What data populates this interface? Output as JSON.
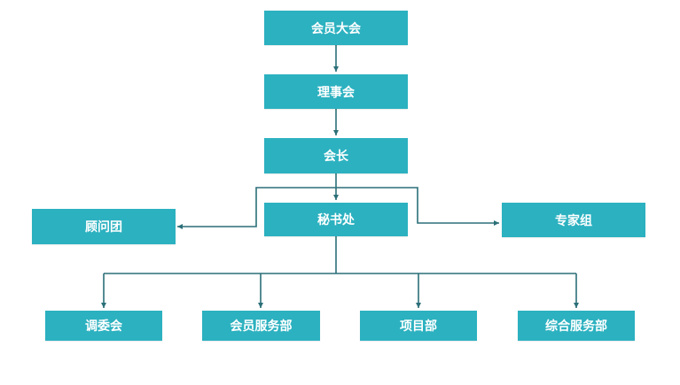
{
  "colors": {
    "node_fill": "#2cb1c0",
    "node_text": "#ffffff",
    "connector": "#2b6f78"
  },
  "nodes": {
    "general_assembly": "会员大会",
    "council": "理事会",
    "president": "会长",
    "secretariat": "秘书处",
    "advisory_group": "顾问团",
    "expert_group": "专家组",
    "mediation_committee": "调委会",
    "member_services_dept": "会员服务部",
    "project_dept": "项目部",
    "general_services_dept": "综合服务部"
  }
}
